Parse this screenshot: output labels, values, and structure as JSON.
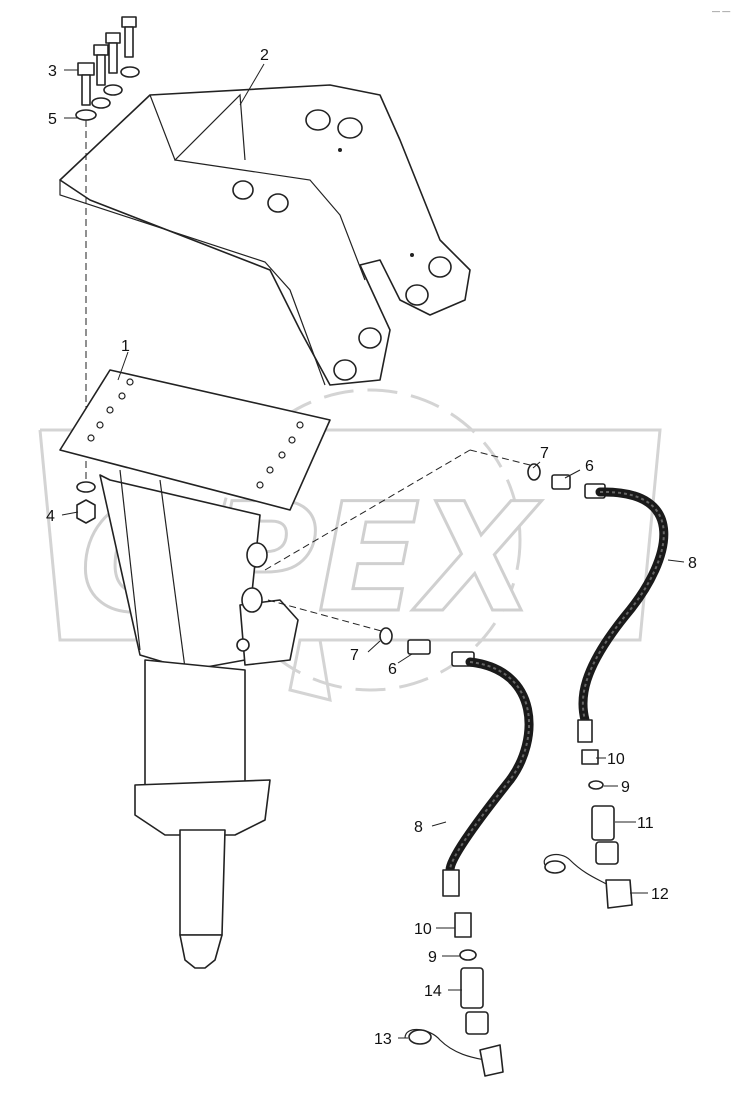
{
  "watermark": {
    "logo_text": "OPEX"
  },
  "corner_mark": "— —",
  "callouts": [
    {
      "id": "c1",
      "label": "1"
    },
    {
      "id": "c2",
      "label": "2"
    },
    {
      "id": "c3",
      "label": "3"
    },
    {
      "id": "c4",
      "label": "4"
    },
    {
      "id": "c5",
      "label": "5"
    },
    {
      "id": "c6a",
      "label": "6"
    },
    {
      "id": "c6b",
      "label": "6"
    },
    {
      "id": "c7a",
      "label": "7"
    },
    {
      "id": "c7b",
      "label": "7"
    },
    {
      "id": "c8a",
      "label": "8"
    },
    {
      "id": "c8b",
      "label": "8"
    },
    {
      "id": "c9a",
      "label": "9"
    },
    {
      "id": "c9b",
      "label": "9"
    },
    {
      "id": "c10a",
      "label": "10"
    },
    {
      "id": "c10b",
      "label": "10"
    },
    {
      "id": "c11",
      "label": "11"
    },
    {
      "id": "c12",
      "label": "12"
    },
    {
      "id": "c13",
      "label": "13"
    },
    {
      "id": "c14",
      "label": "14"
    }
  ]
}
